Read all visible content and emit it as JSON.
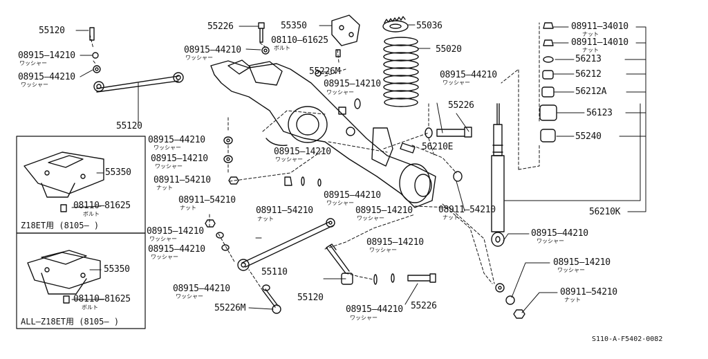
{
  "diagram": {
    "labels": [
      {
        "id": "l01",
        "text": "55120"
      },
      {
        "id": "l02",
        "text": "08915—14210"
      },
      {
        "id": "l03",
        "text": "08915—44210"
      },
      {
        "id": "l04",
        "text": "55120"
      },
      {
        "id": "l05",
        "text": "55226"
      },
      {
        "id": "l06",
        "text": "08915—44210"
      },
      {
        "id": "l07",
        "text": "55350"
      },
      {
        "id": "l08",
        "text": "08110—61625"
      },
      {
        "id": "l09",
        "text": "55226M"
      },
      {
        "id": "l10",
        "text": "08915—14210"
      },
      {
        "id": "l11",
        "text": "55036"
      },
      {
        "id": "l12",
        "text": "55020"
      },
      {
        "id": "l13",
        "text": "08915—44210"
      },
      {
        "id": "l14",
        "text": "55226"
      },
      {
        "id": "l15",
        "text": "56210E"
      },
      {
        "id": "l16",
        "text": "08915—14210"
      },
      {
        "id": "l17",
        "text": "08915—44210"
      },
      {
        "id": "l18",
        "text": "08915—14210"
      },
      {
        "id": "l19",
        "text": "08911—54210"
      },
      {
        "id": "l20",
        "text": "08911—54210"
      },
      {
        "id": "l21",
        "text": "08911—54210"
      },
      {
        "id": "l22",
        "text": "08915—44210"
      },
      {
        "id": "l23",
        "text": "08915—14210"
      },
      {
        "id": "l24",
        "text": "08911—54210"
      },
      {
        "id": "l25",
        "text": "08915—14210"
      },
      {
        "id": "l26",
        "text": "08915—44210"
      },
      {
        "id": "l27",
        "text": "55110"
      },
      {
        "id": "l28",
        "text": "08915—44210"
      },
      {
        "id": "l29",
        "text": "55226M"
      },
      {
        "id": "l30",
        "text": "55120"
      },
      {
        "id": "l31",
        "text": "08915—14210"
      },
      {
        "id": "l32",
        "text": "08915—44210"
      },
      {
        "id": "l33",
        "text": "55226"
      },
      {
        "id": "l34",
        "text": "08911—34010"
      },
      {
        "id": "l35",
        "text": "08911—14010"
      },
      {
        "id": "l36",
        "text": "56213"
      },
      {
        "id": "l37",
        "text": "56212"
      },
      {
        "id": "l38",
        "text": "56212A"
      },
      {
        "id": "l39",
        "text": "56123"
      },
      {
        "id": "l40",
        "text": "55240"
      },
      {
        "id": "l41",
        "text": "56210K"
      },
      {
        "id": "l42",
        "text": "08915—44210"
      },
      {
        "id": "l43",
        "text": "08915—14210"
      },
      {
        "id": "l44",
        "text": "08911—54210"
      },
      {
        "id": "l45",
        "text": "55350"
      },
      {
        "id": "l46",
        "text": "08110—81625"
      },
      {
        "id": "l47",
        "text": "55350"
      },
      {
        "id": "l48",
        "text": "08110—81625"
      }
    ],
    "sublabels": {
      "washer": "ワッシャー",
      "nut": "ナット",
      "bolt": "ボルト"
    },
    "inset_top_caption": "Z18ET用 (8105—    )",
    "inset_bottom_caption": "ALL—Z18ET用 (8105—  )",
    "drawing_code": "S110-A-F5402-0082"
  }
}
